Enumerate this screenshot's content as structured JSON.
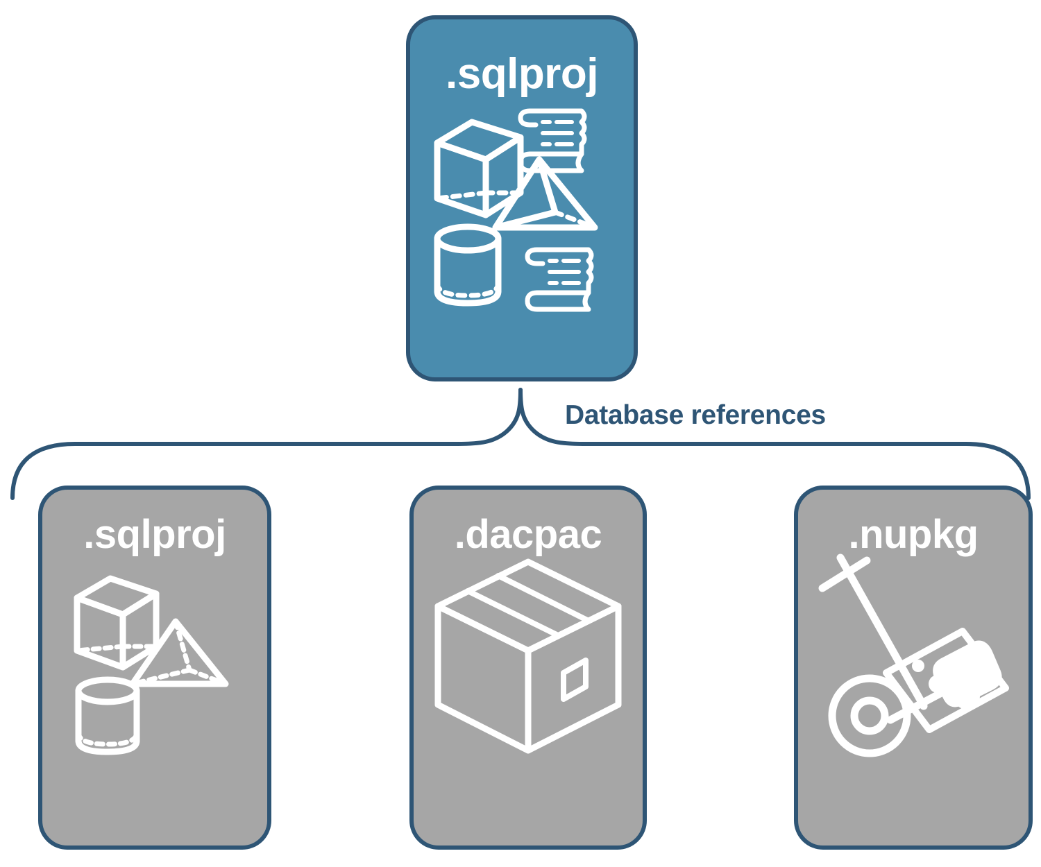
{
  "diagram": {
    "title": "Database references",
    "type": "hierarchy",
    "colors": {
      "primary_fill": "#4a8cae",
      "secondary_fill": "#a6a6a6",
      "border": "#2e5575",
      "label_text": "#2e5575",
      "icon_stroke": "#ffffff",
      "background": "#ffffff"
    }
  },
  "top_node": {
    "label": ".sqlproj",
    "fill": "primary",
    "icons": [
      "cube-wireframe-icon",
      "scroll-script-icon",
      "pyramid-wireframe-icon",
      "cylinder-wireframe-icon",
      "scroll-script-icon"
    ]
  },
  "connector": {
    "label": "Database references",
    "style": "curly-brace"
  },
  "reference_nodes": [
    {
      "label": ".sqlproj",
      "fill": "secondary",
      "icons": [
        "cube-wireframe-icon",
        "pyramid-wireframe-icon",
        "cylinder-wireframe-icon"
      ]
    },
    {
      "label": ".dacpac",
      "fill": "secondary",
      "icons": [
        "package-box-icon"
      ]
    },
    {
      "label": ".nupkg",
      "fill": "secondary",
      "icons": [
        "hand-truck-nuget-package-icon"
      ]
    }
  ]
}
